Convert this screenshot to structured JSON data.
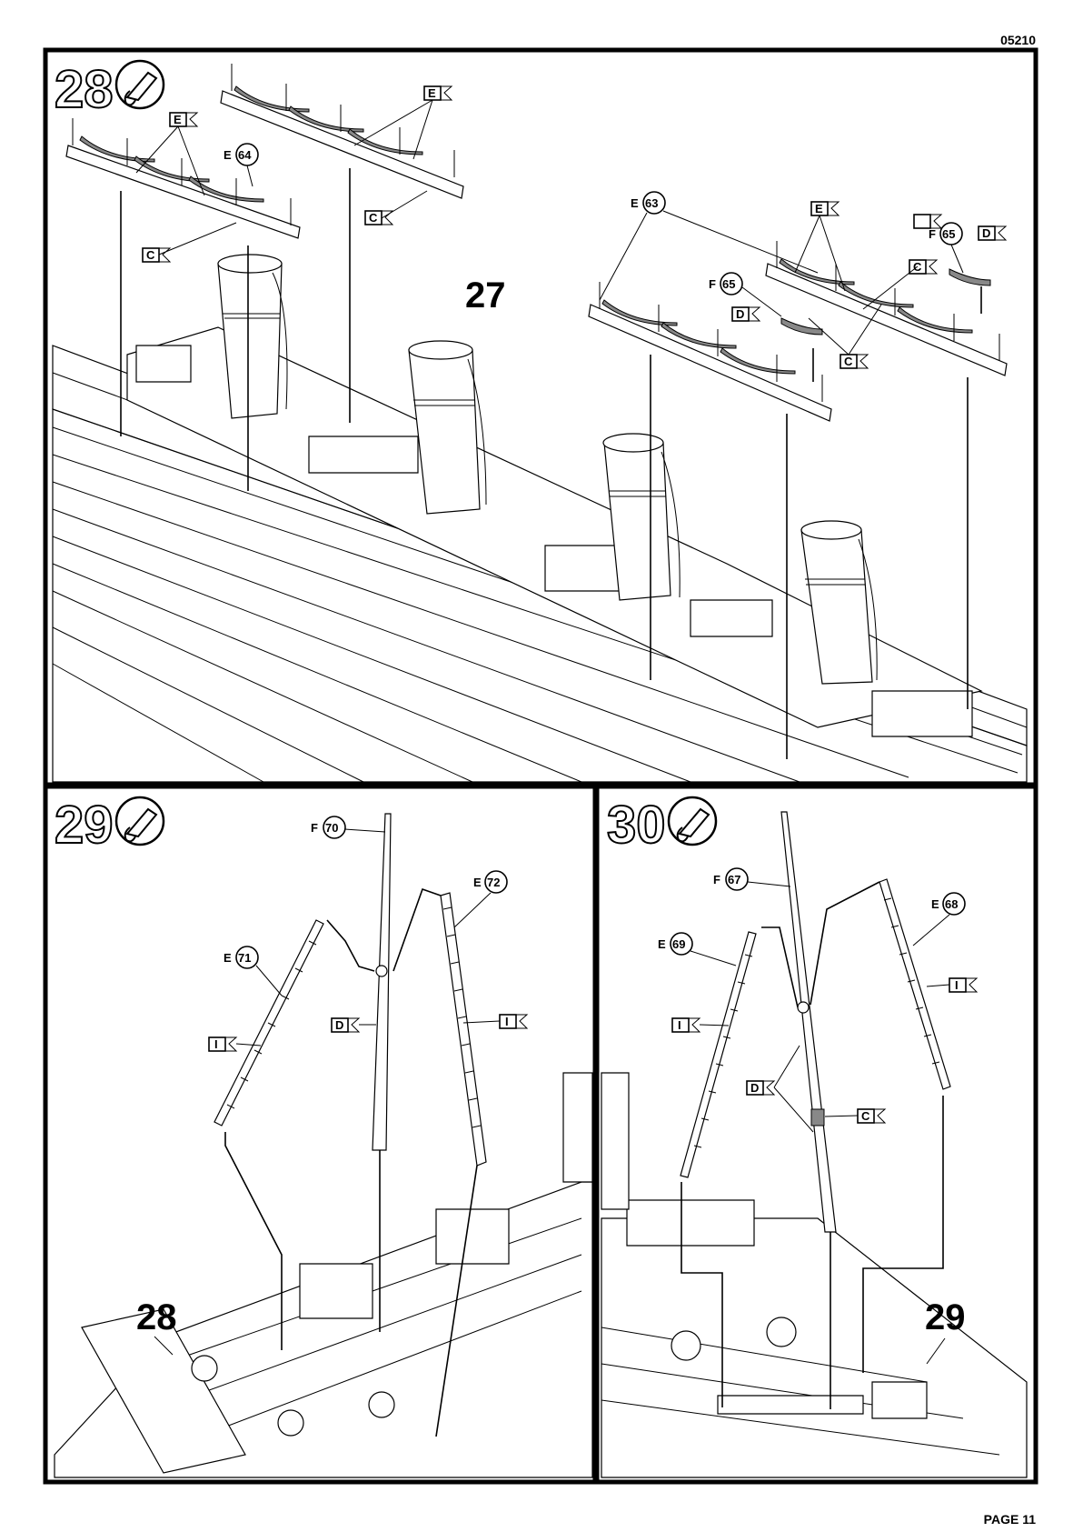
{
  "header": {
    "code": "05210"
  },
  "footer": {
    "page": "PAGE 11"
  },
  "steps": [
    {
      "number": "28",
      "assembly_ref": "27",
      "parts": [
        {
          "letter": "E",
          "num": "64"
        },
        {
          "letter": "E",
          "num": "63"
        },
        {
          "letter": "F",
          "num": "65"
        },
        {
          "letter": "F",
          "num": "65"
        }
      ],
      "flags": [
        "E",
        "E",
        "C",
        "C",
        "E",
        "C",
        "D",
        "D",
        "C",
        "C"
      ]
    },
    {
      "number": "29",
      "assembly_ref": "28",
      "parts": [
        {
          "letter": "F",
          "num": "70"
        },
        {
          "letter": "E",
          "num": "72"
        },
        {
          "letter": "E",
          "num": "71"
        }
      ],
      "flags": [
        "D",
        "I",
        "I"
      ]
    },
    {
      "number": "30",
      "assembly_ref": "29",
      "parts": [
        {
          "letter": "F",
          "num": "67"
        },
        {
          "letter": "E",
          "num": "68"
        },
        {
          "letter": "E",
          "num": "69"
        }
      ],
      "flags": [
        "I",
        "I",
        "D",
        "C"
      ]
    }
  ]
}
